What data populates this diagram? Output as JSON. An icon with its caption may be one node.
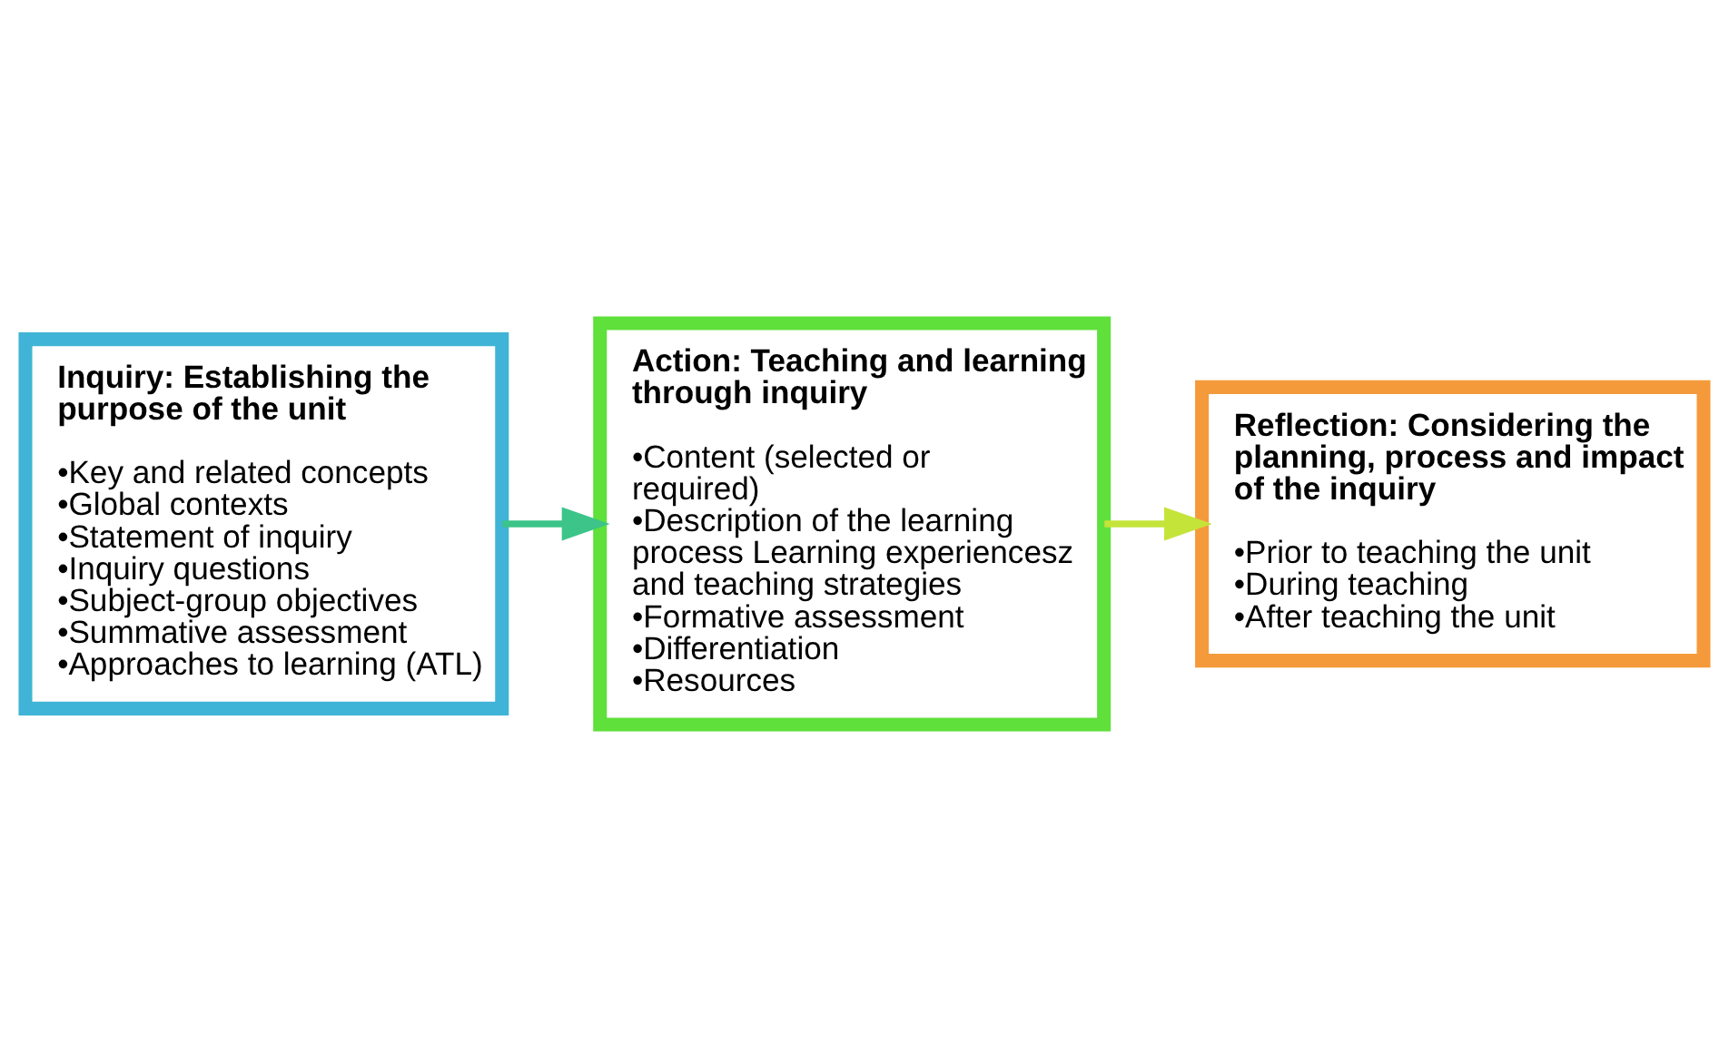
{
  "diagram": {
    "nodes": [
      {
        "text": [
          "Inquiry: Establishing the purpose of the unit",
          "•Key and related concepts",
          "•Global contexts",
          "•Statement of inquiry",
          "•Inquiry questions",
          "•Subject-group objectives",
          "•Summative assessment",
          "•Approaches to learning (ATL)"
        ]
      },
      {
        "text": [
          "Action: Teaching and learning through inquiry",
          "•Content (selected or required)",
          "•Description of the learning process Learning experiencesz and teaching strategies",
          "•Formative assessment",
          "•Differentiation",
          "•Resources"
        ]
      },
      {
        "text": [
          "Reflection: Considering the planning, process and impact of the inquiry",
          "•Prior to teaching the unit",
          "•During teaching",
          "•After teaching the unit"
        ]
      }
    ],
    "edges": [
      {
        "from": 0,
        "to": 1,
        "arrow": "to",
        "color": "#3cc489"
      },
      {
        "from": 1,
        "to": 2,
        "arrow": "to",
        "color": "#c4e43a"
      }
    ]
  }
}
